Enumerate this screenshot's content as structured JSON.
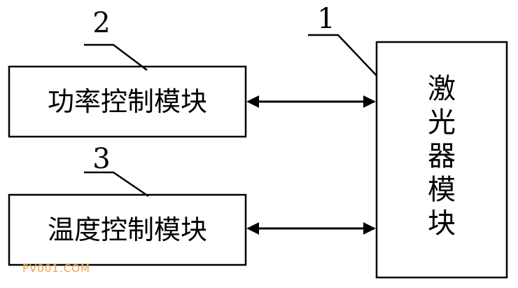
{
  "diagram": {
    "laser_module": {
      "label": "激光器模块",
      "chars": [
        "激",
        "光",
        "器",
        "模",
        "块"
      ],
      "number": "1"
    },
    "power_module": {
      "label": "功率控制模块",
      "number": "2"
    },
    "temperature_module": {
      "label": "温度控制模块",
      "number": "3"
    },
    "connections": [
      {
        "from": "power_module",
        "to": "laser_module",
        "type": "bidirectional"
      },
      {
        "from": "temperature_module",
        "to": "laser_module",
        "type": "bidirectional"
      }
    ]
  },
  "watermark": "PV001.COM"
}
